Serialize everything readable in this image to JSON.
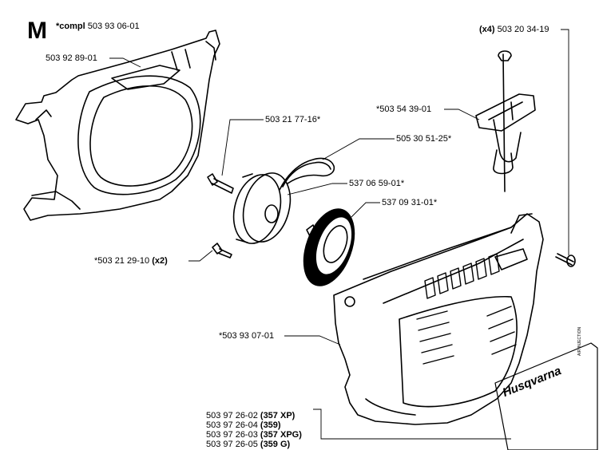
{
  "header": {
    "section_letter": "M",
    "compl_prefix": "*compl",
    "compl_number": "503 93 06-01"
  },
  "parts": {
    "housing": "503 92 89-01",
    "screw_top": "503 21 77-16*",
    "spring_wire": "505 30 51-25*",
    "pulley": "537 06 59-01*",
    "spring_cassette": "537 09 31-01*",
    "screw_small": "*503 21 29-10",
    "screw_small_qty": "(x2)",
    "cover": "*503 93 07-01",
    "handle": "*503 54 39-01",
    "screw_right_qty": "(x4)",
    "screw_right": "503 20 34-19"
  },
  "decal_list": [
    {
      "number": "503 97 26-02",
      "model": "(357 XP)"
    },
    {
      "number": "503 97 26-04",
      "model": "(359)"
    },
    {
      "number": "503 97 26-03",
      "model": "(357 XPG)"
    },
    {
      "number": "503 97 26-05",
      "model": "(359 G)"
    }
  ],
  "decal": {
    "brand": "Husqvarna",
    "small_text": "AIR INJECTION"
  }
}
